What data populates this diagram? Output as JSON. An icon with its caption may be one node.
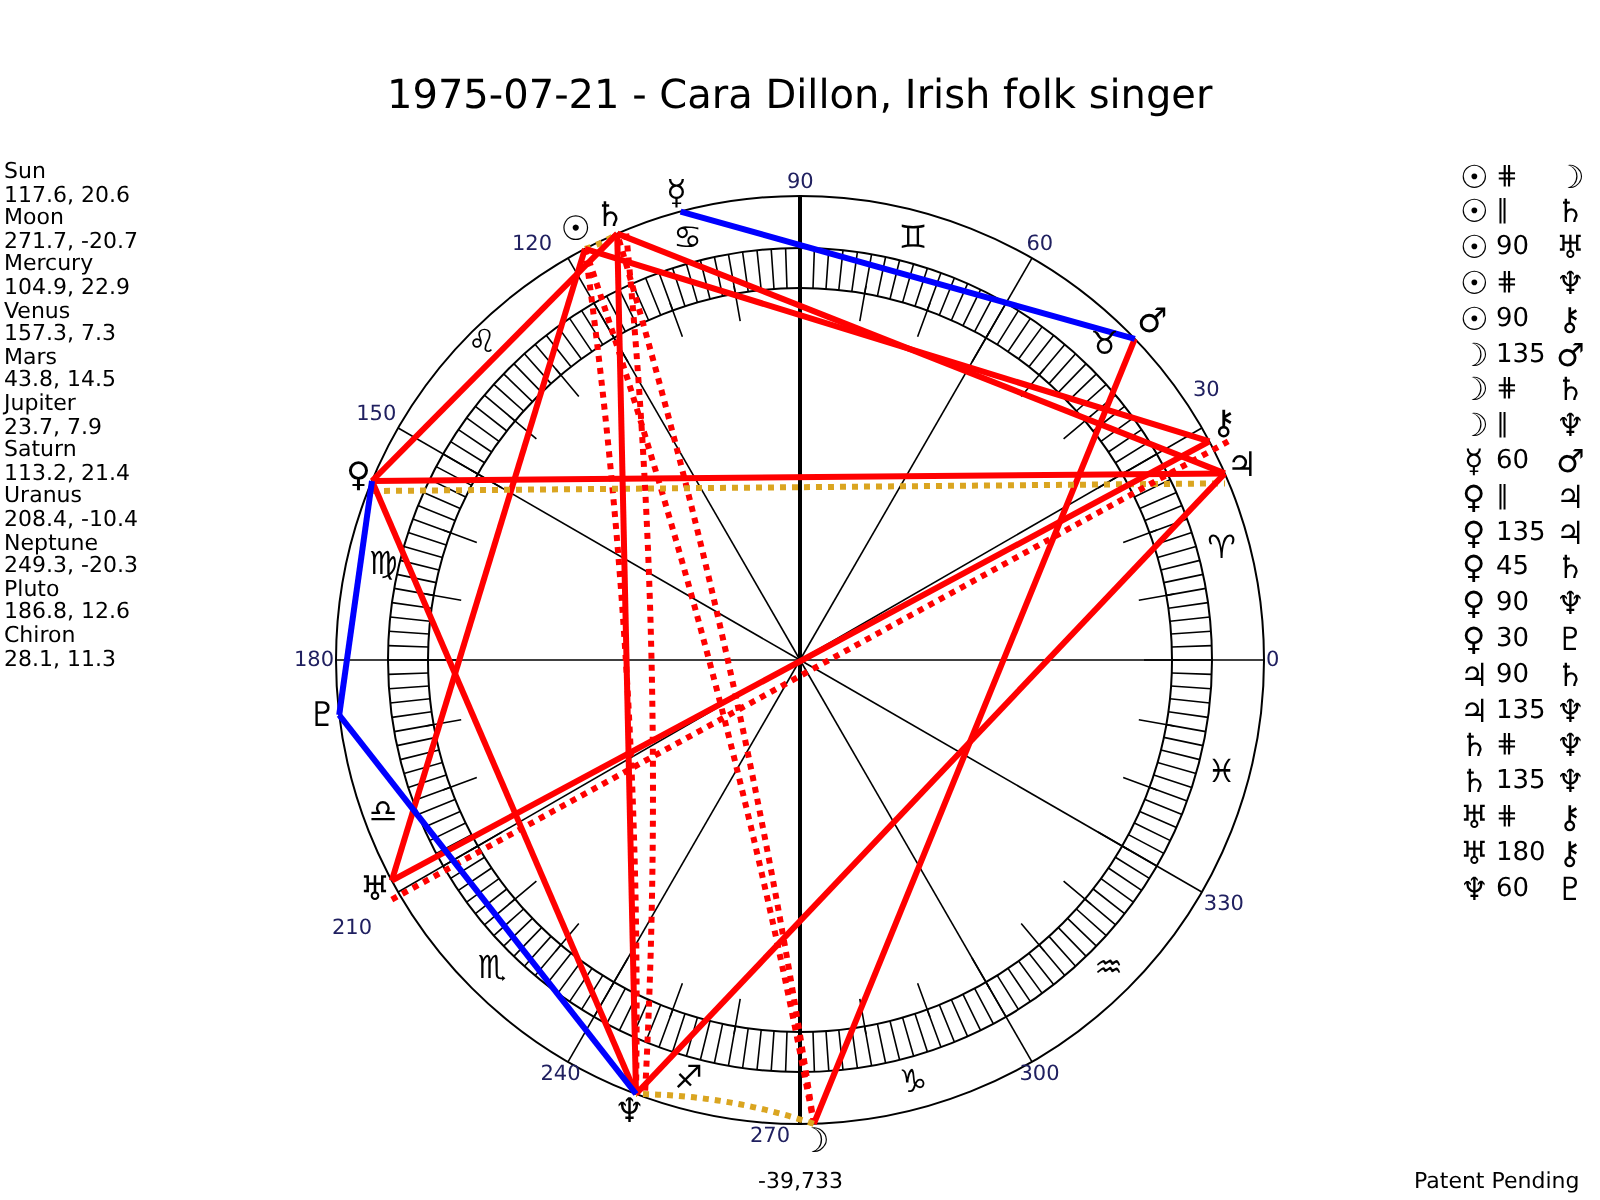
{
  "diagram": {
    "title": "1975-07-21 - Cara Dillon, Irish folk singer",
    "nodes": [
      {
        "text": [
          "☉"
        ]
      },
      {
        "text": [
          "☽"
        ]
      },
      {
        "text": [
          "☿"
        ]
      },
      {
        "text": [
          "♀"
        ]
      },
      {
        "text": [
          "♂"
        ]
      },
      {
        "text": [
          "♃"
        ]
      },
      {
        "text": [
          "♄"
        ]
      },
      {
        "text": [
          "♅"
        ]
      },
      {
        "text": [
          "♆"
        ]
      },
      {
        "text": [
          "♇"
        ]
      },
      {
        "text": [
          "⚷"
        ]
      }
    ],
    "edges": [
      {
        "from": 0,
        "to": 1,
        "arrow": "none",
        "style": "dashed"
      },
      {
        "from": 0,
        "to": 6,
        "arrow": "none",
        "style": "dashed",
        "color": "#daa520"
      },
      {
        "from": 0,
        "to": 7,
        "arrow": "none"
      },
      {
        "from": 0,
        "to": 8,
        "arrow": "none",
        "style": "dashed"
      },
      {
        "from": 0,
        "to": 10,
        "arrow": "none"
      },
      {
        "from": 1,
        "to": 4,
        "arrow": "none"
      },
      {
        "from": 1,
        "to": 6,
        "arrow": "none",
        "style": "dashed"
      },
      {
        "from": 1,
        "to": 8,
        "arrow": "none",
        "style": "dashed",
        "color": "#daa520"
      },
      {
        "from": 2,
        "to": 4,
        "arrow": "none",
        "color": "#0000ff"
      },
      {
        "from": 3,
        "to": 5,
        "arrow": "none",
        "style": "dashed",
        "color": "#daa520"
      },
      {
        "from": 3,
        "to": 5,
        "arrow": "none"
      },
      {
        "from": 3,
        "to": 6,
        "arrow": "none"
      },
      {
        "from": 3,
        "to": 8,
        "arrow": "none"
      },
      {
        "from": 3,
        "to": 9,
        "arrow": "none",
        "color": "#0000ff"
      },
      {
        "from": 5,
        "to": 6,
        "arrow": "none"
      },
      {
        "from": 5,
        "to": 8,
        "arrow": "none"
      },
      {
        "from": 6,
        "to": 8,
        "arrow": "none",
        "style": "dashed"
      },
      {
        "from": 6,
        "to": 8,
        "arrow": "none"
      },
      {
        "from": 7,
        "to": 10,
        "arrow": "none",
        "style": "dashed"
      },
      {
        "from": 7,
        "to": 10,
        "arrow": "none"
      },
      {
        "from": 8,
        "to": 9,
        "arrow": "none",
        "color": "#0000ff"
      }
    ],
    "labels": [
      "Sun",
      "117.6, 20.6",
      "Moon",
      "271.7, -20.7",
      "Mercury",
      "104.9, 22.9",
      "Venus",
      "157.3, 7.3",
      "Mars",
      "43.8, 14.5",
      "Jupiter",
      "23.7, 7.9",
      "Saturn",
      "113.2, 21.4",
      "Uranus",
      "208.4, -10.4",
      "Neptune",
      "249.3, -20.3",
      "Pluto",
      "186.8, 12.6",
      "Chiron",
      "28.1, 11.3",
      "90",
      "120",
      "♋",
      "♊",
      "60",
      "♌",
      "♉",
      "30",
      "150",
      "♍",
      "♈",
      "180",
      "0",
      "♓",
      "♎",
      "330",
      "210",
      "♏",
      "♒",
      "240",
      "♐",
      "♑",
      "300",
      "270",
      "☉",
      "⋕",
      "☽",
      "☉",
      "∥",
      "♄",
      "☉",
      "90",
      "♅",
      "☉",
      "⋕",
      "♆",
      "☉",
      "90",
      "⚷",
      "☽",
      "135",
      "♂",
      "☽",
      "⋕",
      "♄",
      "☽",
      "∥",
      "♆",
      "☿",
      "60",
      "♂",
      "♀",
      "∥",
      "♃",
      "♀",
      "135",
      "♃",
      "♀",
      "45",
      "♄",
      "♀",
      "90",
      "♆",
      "♀",
      "30",
      "♇",
      "♃",
      "90",
      "♄",
      "♃",
      "135",
      "♆",
      "♄",
      "⋕",
      "♆",
      "♄",
      "135",
      "♆",
      "♅",
      "⋕",
      "⚷",
      "♅",
      "180",
      "⚷",
      "♆",
      "60",
      "♇",
      "-39,733",
      "Patent Pending"
    ]
  }
}
